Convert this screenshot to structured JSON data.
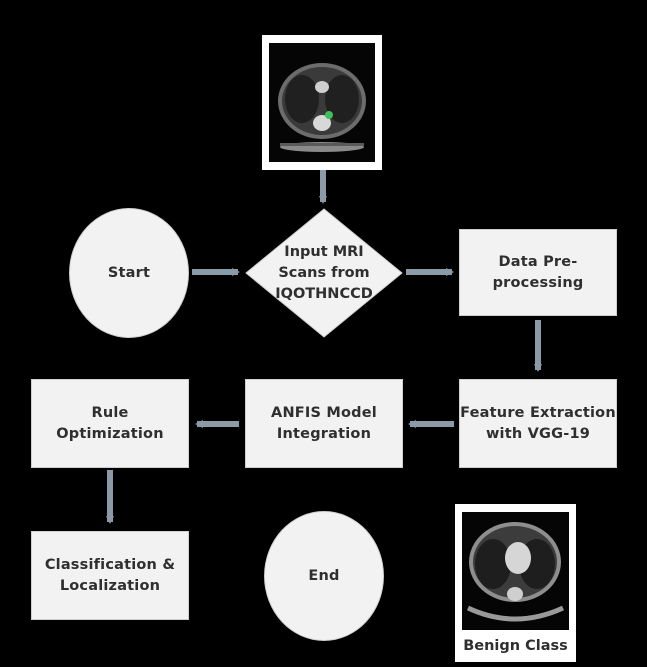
{
  "nodes": {
    "start": "Start",
    "input_line1": "Input MRI",
    "input_line2": "Scans from",
    "input_line3": "IQOTHNCCD",
    "preprocess": "Data Pre-processing",
    "feature_line1": "Feature Extraction",
    "feature_line2": "with VGG-19",
    "anfis_line1": "ANFIS Model",
    "anfis_line2": "Integration",
    "rule": "Rule Optimization",
    "class_line1": "Classification &",
    "class_line2": "Localization",
    "end": "End"
  },
  "images": {
    "benign_caption": "Benign Class"
  },
  "colors": {
    "background": "#000000",
    "node_fill": "#f2f2f2",
    "node_text": "#2f2f2f",
    "arrow": "#8a9aa6"
  }
}
